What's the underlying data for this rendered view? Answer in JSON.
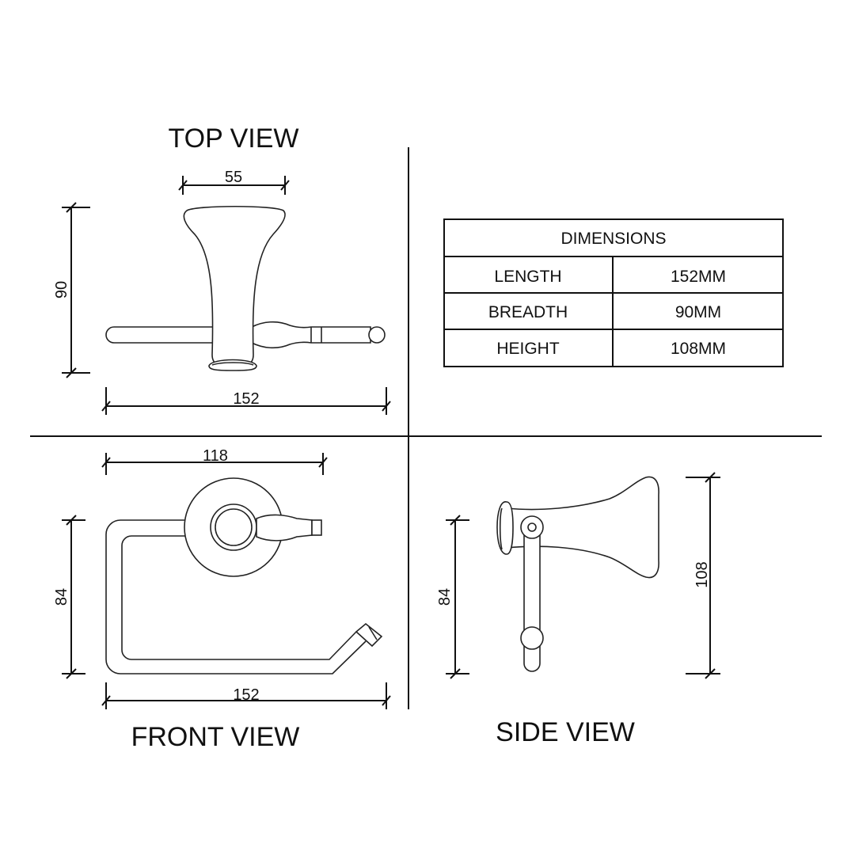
{
  "views": {
    "top": {
      "title": "TOP VIEW",
      "dims": {
        "width_top": "55",
        "height": "90",
        "length": "152"
      }
    },
    "front": {
      "title": "FRONT VIEW",
      "dims": {
        "span": "118",
        "height": "84",
        "length": "152"
      }
    },
    "side": {
      "title": "SIDE VIEW",
      "dims": {
        "height_inner": "84",
        "height_total": "108"
      }
    }
  },
  "table": {
    "header": "DIMENSIONS",
    "rows": [
      {
        "label": "LENGTH",
        "value": "152MM"
      },
      {
        "label": "BREADTH",
        "value": "90MM"
      },
      {
        "label": "HEIGHT",
        "value": "108MM"
      }
    ]
  }
}
